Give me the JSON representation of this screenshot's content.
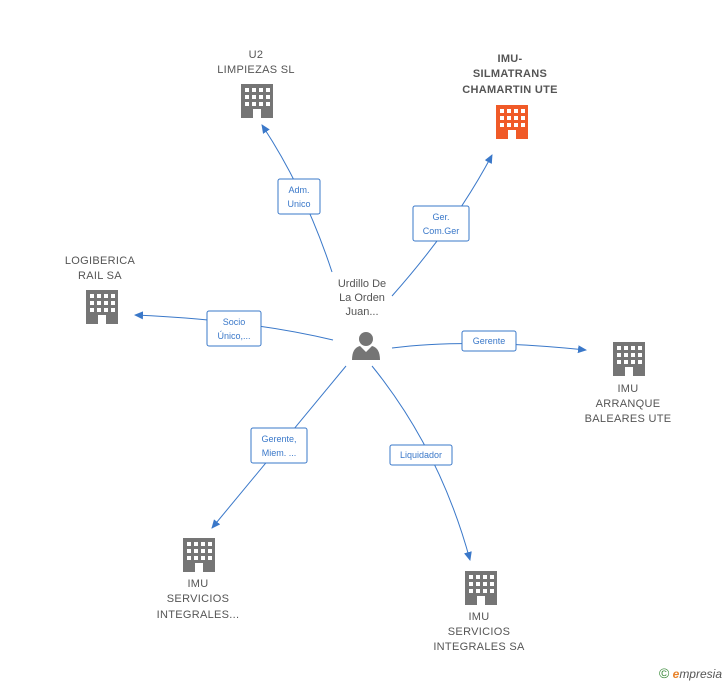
{
  "center": {
    "lines": [
      "Urdillo De",
      "La Orden",
      "Juan..."
    ],
    "icon": "person-icon"
  },
  "nodes": [
    {
      "id": "u2",
      "lines": [
        "U2",
        "LIMPIEZAS SL"
      ],
      "icon": "building-icon",
      "color": "#757575"
    },
    {
      "id": "silmatrans",
      "lines": [
        "IMU-",
        "SILMATRANS",
        "CHAMARTIN UTE"
      ],
      "icon": "building-icon",
      "color": "#f05a28"
    },
    {
      "id": "logiberica",
      "lines": [
        "LOGIBERICA",
        "RAIL SA"
      ],
      "icon": "building-icon",
      "color": "#757575"
    },
    {
      "id": "arranque",
      "lines": [
        "IMU",
        "ARRANQUE",
        "BALEARES UTE"
      ],
      "icon": "building-icon",
      "color": "#757575"
    },
    {
      "id": "servicios_ellipsis",
      "lines": [
        "IMU",
        "SERVICIOS",
        "INTEGRALES..."
      ],
      "icon": "building-icon",
      "color": "#757575"
    },
    {
      "id": "servicios_sa",
      "lines": [
        "IMU",
        "SERVICIOS",
        "INTEGRALES SA"
      ],
      "icon": "building-icon",
      "color": "#757575"
    }
  ],
  "edges": [
    {
      "to": "u2",
      "label": [
        "Adm.",
        "Unico"
      ]
    },
    {
      "to": "silmatrans",
      "label": [
        "Ger.",
        "Com.Ger"
      ]
    },
    {
      "to": "logiberica",
      "label": [
        "Socio",
        "Único,..."
      ]
    },
    {
      "to": "arranque",
      "label": [
        "Gerente"
      ]
    },
    {
      "to": "servicios_ellipsis",
      "label": [
        "Gerente,",
        "Miem. ..."
      ]
    },
    {
      "to": "servicios_sa",
      "label": [
        "Liquidador"
      ]
    }
  ],
  "footer": {
    "copyright_symbol": "©",
    "brand_initial": "e",
    "brand_rest": "mpresia"
  }
}
